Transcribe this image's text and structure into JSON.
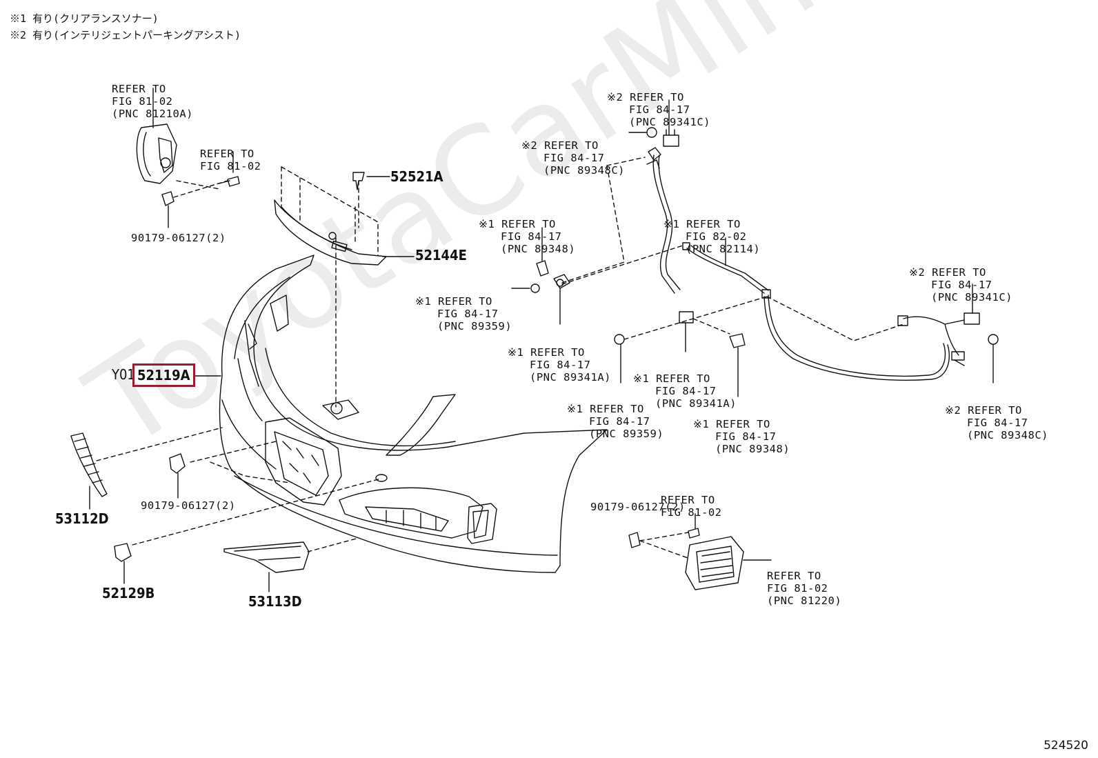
{
  "notes": {
    "n1": "※1 有り(クリアランスソナー)",
    "n2": "※2 有り(インテリジェントパーキングアシスト)"
  },
  "watermark": "ToyotaCarMine.ru",
  "figure_number": "524520",
  "highlight_color": "#9b1b30",
  "parts": {
    "p52521A": "52521A",
    "p52144E": "52144E",
    "p52119A": "52119A",
    "p52119A_prefix": "Y01",
    "p53112D": "53112D",
    "p52129B": "52129B",
    "p53113D": "53113D",
    "p90179_a": "90179-06127(2)",
    "p90179_b": "90179-06127(2)",
    "p90179_c": "90179-06127(2)"
  },
  "refs": {
    "r1": [
      "REFER TO",
      "FIG 81-02",
      "(PNC 81210A)"
    ],
    "r2": [
      "REFER TO",
      "FIG 81-02"
    ],
    "r3": [
      "※2 REFER TO",
      "FIG 84-17",
      "(PNC 89341C)"
    ],
    "r4": [
      "※2 REFER TO",
      "FIG 84-17",
      "(PNC 89348C)"
    ],
    "r5": [
      "※1 REFER TO",
      "FIG 84-17",
      "(PNC 89348)"
    ],
    "r6": [
      "※1 REFER TO",
      "FIG 82-02",
      "(PNC 82114)"
    ],
    "r7": [
      "※1 REFER TO",
      "FIG 84-17",
      "(PNC 89359)"
    ],
    "r8": [
      "※1 REFER TO",
      "FIG 84-17",
      "(PNC 89341A)"
    ],
    "r9": [
      "※1 REFER TO",
      "FIG 84-17",
      "(PNC 89341A)"
    ],
    "r10": [
      "※1 REFER TO",
      "FIG 84-17",
      "(PNC 89359)"
    ],
    "r11": [
      "※1 REFER TO",
      "FIG 84-17",
      "(PNC 89348)"
    ],
    "r12": [
      "※2 REFER TO",
      "FIG 84-17",
      "(PNC 89341C)"
    ],
    "r13": [
      "※2 REFER TO",
      "FIG 84-17",
      "(PNC 89348C)"
    ],
    "r14": [
      "REFER TO",
      "FIG 81-02"
    ],
    "r15": [
      "REFER TO",
      "FIG 81-02",
      "(PNC 81220)"
    ]
  }
}
